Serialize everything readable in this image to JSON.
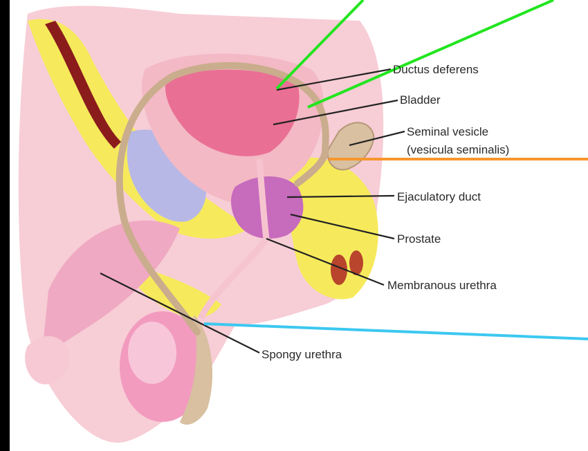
{
  "labels": {
    "ductus_deferens": "Ductus deferens",
    "bladder": "Bladder",
    "seminal_vesicle": "Seminal vesicle",
    "seminal_vesicle_latin": "(vesicula seminalis)",
    "ejaculatory_duct": "Ejaculatory duct",
    "prostate": "Prostate",
    "membranous_urethra": "Membranous urethra",
    "spongy_urethra": "Spongy urethra"
  },
  "colors": {
    "frame": "#000000",
    "background": "#ffffff",
    "tissue_pink": "#f3b9c4",
    "bladder_fill": "#ea6f95",
    "prostate_fill": "#c76bbd",
    "fat_yellow": "#f6ea5c",
    "duct_tan": "#c9ad8d",
    "rectum_blue": "#b7b8e6",
    "overlay_green": "#22e51f",
    "overlay_orange": "#f7962d",
    "overlay_cyan": "#3cc8f0",
    "leader_line": "#222222"
  }
}
